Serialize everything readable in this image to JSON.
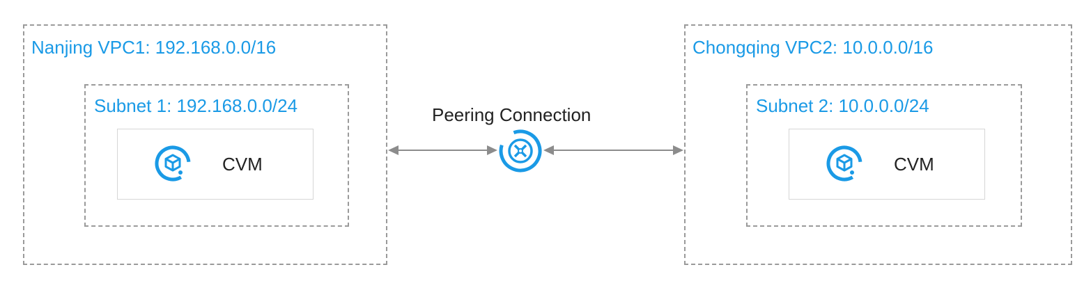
{
  "vpc_left": {
    "title": "Nanjing VPC1: 192.168.0.0/16",
    "subnet": {
      "title": "Subnet 1: 192.168.0.0/24",
      "instance_label": "CVM"
    }
  },
  "vpc_right": {
    "title": "Chongqing VPC2: 10.0.0.0/16",
    "subnet": {
      "title": "Subnet 2: 10.0.0.0/24",
      "instance_label": "CVM"
    }
  },
  "peering": {
    "label": "Peering Connection",
    "icon": "peering-connection-icon"
  },
  "colors": {
    "accent": "#1a9ae6",
    "border": "#9a9a9a",
    "text": "#222222",
    "arrow": "#8c8c8c"
  }
}
